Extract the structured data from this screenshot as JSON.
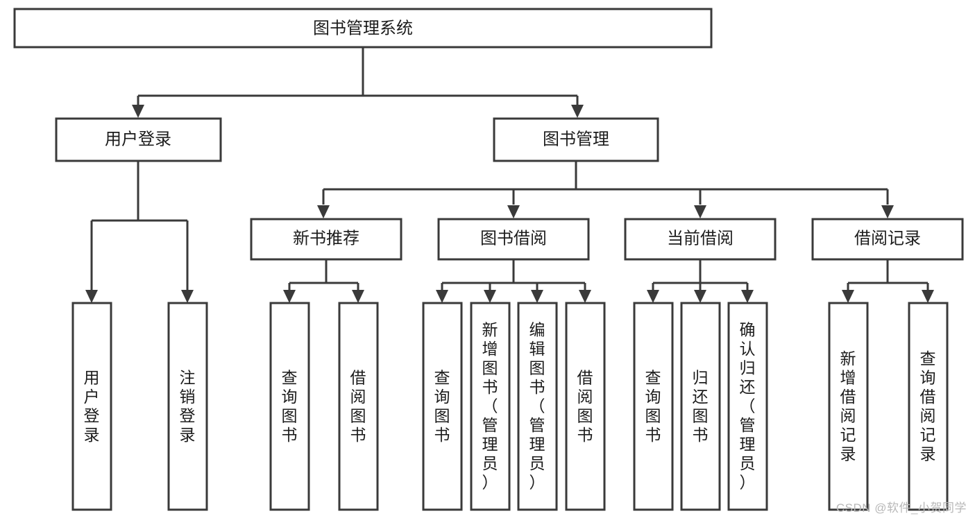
{
  "diagram": {
    "type": "tree-hierarchy",
    "title": "图书管理系统",
    "orientation": "top-down",
    "root": {
      "id": "root",
      "label": "图书管理系统",
      "text_orientation": "horizontal"
    },
    "level2": [
      {
        "id": "user-login",
        "label": "用户登录",
        "text_orientation": "horizontal"
      },
      {
        "id": "book-manage",
        "label": "图书管理",
        "text_orientation": "horizontal"
      }
    ],
    "level3": [
      {
        "id": "new-book-recommend",
        "label": "新书推荐",
        "parent": "book-manage",
        "text_orientation": "horizontal"
      },
      {
        "id": "book-borrow",
        "label": "图书借阅",
        "parent": "book-manage",
        "text_orientation": "horizontal"
      },
      {
        "id": "current-borrow",
        "label": "当前借阅",
        "parent": "book-manage",
        "text_orientation": "horizontal"
      },
      {
        "id": "borrow-record",
        "label": "借阅记录",
        "parent": "book-manage",
        "text_orientation": "horizontal"
      }
    ],
    "leaves": [
      {
        "id": "leaf-user-login",
        "label": "用户登录",
        "parent": "user-login",
        "text_orientation": "vertical"
      },
      {
        "id": "leaf-user-logout",
        "label": "注销登录",
        "parent": "user-login",
        "text_orientation": "vertical"
      },
      {
        "id": "leaf-query-book-1",
        "label": "查询图书",
        "parent": "new-book-recommend",
        "text_orientation": "vertical"
      },
      {
        "id": "leaf-borrow-book-1",
        "label": "借阅图书",
        "parent": "new-book-recommend",
        "text_orientation": "vertical"
      },
      {
        "id": "leaf-query-book-2",
        "label": "查询图书",
        "parent": "book-borrow",
        "text_orientation": "vertical"
      },
      {
        "id": "leaf-add-book",
        "label": "新增图书（管理员）",
        "parent": "book-borrow",
        "text_orientation": "vertical"
      },
      {
        "id": "leaf-edit-book",
        "label": "编辑图书（管理员）",
        "parent": "book-borrow",
        "text_orientation": "vertical"
      },
      {
        "id": "leaf-borrow-book-2",
        "label": "借阅图书",
        "parent": "book-borrow",
        "text_orientation": "vertical"
      },
      {
        "id": "leaf-query-book-3",
        "label": "查询图书",
        "parent": "current-borrow",
        "text_orientation": "vertical"
      },
      {
        "id": "leaf-return-book",
        "label": "归还图书",
        "parent": "current-borrow",
        "text_orientation": "vertical"
      },
      {
        "id": "leaf-confirm-return",
        "label": "确认归还（管理员）",
        "parent": "current-borrow",
        "text_orientation": "vertical"
      },
      {
        "id": "leaf-add-record",
        "label": "新增借阅记录",
        "parent": "borrow-record",
        "text_orientation": "vertical"
      },
      {
        "id": "leaf-query-record",
        "label": "查询借阅记录",
        "parent": "borrow-record",
        "text_orientation": "vertical"
      }
    ],
    "colors": {
      "box_stroke": "#3a3a3a",
      "box_fill": "#ffffff",
      "text": "#1c1c1c",
      "background": "#ffffff",
      "watermark": "#b8b8b8"
    }
  },
  "watermark": {
    "text": "CSDN @软件_小贺同学"
  }
}
